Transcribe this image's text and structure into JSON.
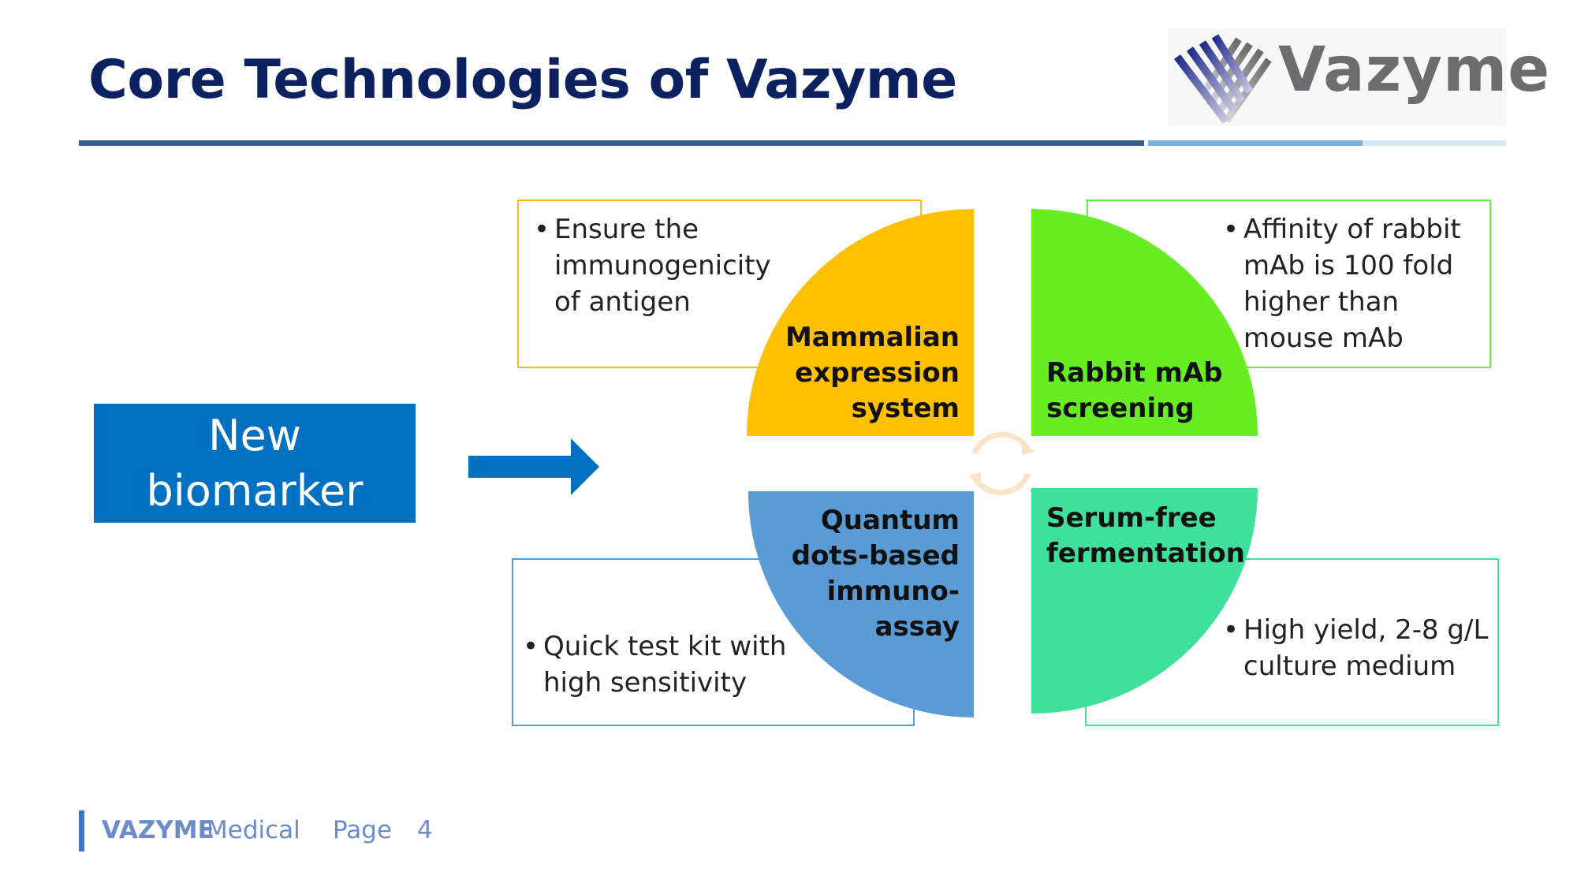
{
  "title": "Core Technologies of Vazyme",
  "logo": {
    "text": "Vazyme"
  },
  "colors": {
    "title": "#0c2160",
    "rule_dark": "#3a5d8f",
    "rule_mid": "#7ab0d8",
    "rule_light": "#d6e6f2",
    "biomarker": "#0070c0",
    "mammalian": "#ffc000",
    "rabbit": "#66ee22",
    "quantum": "#5b9bd5",
    "serum": "#3ee09a"
  },
  "biomarker": {
    "line1": "New",
    "line2": "biomarker"
  },
  "quadrants": [
    {
      "label": [
        "Mammalian",
        "expression",
        "system"
      ],
      "bullet": [
        "Ensure the",
        "immunogenicity",
        "of antigen"
      ]
    },
    {
      "label": [
        "Rabbit mAb",
        "screening"
      ],
      "bullet": [
        "Affinity of rabbit",
        "mAb is 100 fold",
        "higher than",
        "mouse mAb"
      ]
    },
    {
      "label": [
        "Quantum",
        "dots-based",
        "immuno-",
        "assay"
      ],
      "bullet": [
        "Quick test kit with",
        "high sensitivity"
      ]
    },
    {
      "label": [
        "Serum-free",
        "fermentation"
      ],
      "bullet": [
        "High yield, 2-8 g/L",
        "culture medium"
      ]
    }
  ],
  "footer": {
    "brand": "VAZYME",
    "brand_suffix": "Medical",
    "page_label": "Page",
    "page_number": "4"
  }
}
